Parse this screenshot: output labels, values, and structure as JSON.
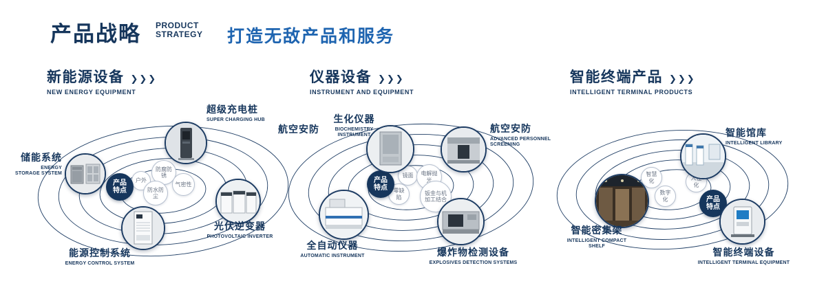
{
  "arrow_icon": "❯❯❯",
  "colors": {
    "navy": "#16365c",
    "blue": "#1e64b0"
  },
  "header": {
    "title": "产品战略",
    "subtitle1": "PRODUCT",
    "subtitle2": "STRATEGY",
    "tagline": "打造无敌产品和服务"
  },
  "sections": [
    {
      "title": "新能源设备",
      "subtitle": "NEW ENERGY EQUIPMENT",
      "badge": "产品特点",
      "products": [
        {
          "zh": "储能系统",
          "en": "ENERGY STORAGE SYSTEM"
        },
        {
          "zh": "超级充电桩",
          "en": "SUPER CHARGING HUB"
        },
        {
          "zh": "光伏逆变器",
          "en": "PHOTOVOLTAIC INVERTER"
        },
        {
          "zh": "能源控制系统",
          "en": "ENERGY CONTROL SYSTEM"
        }
      ],
      "features": [
        "户外",
        "防腐防锈",
        "气密性",
        "防水防尘"
      ]
    },
    {
      "title": "仪器设备",
      "subtitle": "INSTRUMENT AND EQUIPMENT",
      "badge": "产品特点",
      "side_label": "航空安防",
      "products": [
        {
          "zh": "生化仪器",
          "en": "BIOCHEMISTRY INSTRUMENT"
        },
        {
          "zh": "航空安防",
          "en": "ADVANCED PERSONNEL SCREENING"
        },
        {
          "zh": "全自动仪器",
          "en": "AUTOMATIC INSTRUMENT"
        },
        {
          "zh": "爆炸物检测设备",
          "en": "EXPLOSIVES DETECTION SYSTEMS"
        }
      ],
      "features": [
        "镜面",
        "电解抛光",
        "零缺陷",
        "钣金与机加工结合"
      ]
    },
    {
      "title": "智能终端产品",
      "subtitle": "INTELLIGENT TERMINAL PRODUCTS",
      "badge": "产品特点",
      "products": [
        {
          "zh": "智能馆库",
          "en": "INTELLIGENT LIBRARY"
        },
        {
          "zh": "智能密集架",
          "en": "INTELLIGENT COMPACT SHELF"
        },
        {
          "zh": "智能终端设备",
          "en": "INTELLIGENT TERMINAL EQUIPMENT"
        }
      ],
      "features": [
        "智慧化",
        "人性化",
        "数字化"
      ]
    }
  ]
}
